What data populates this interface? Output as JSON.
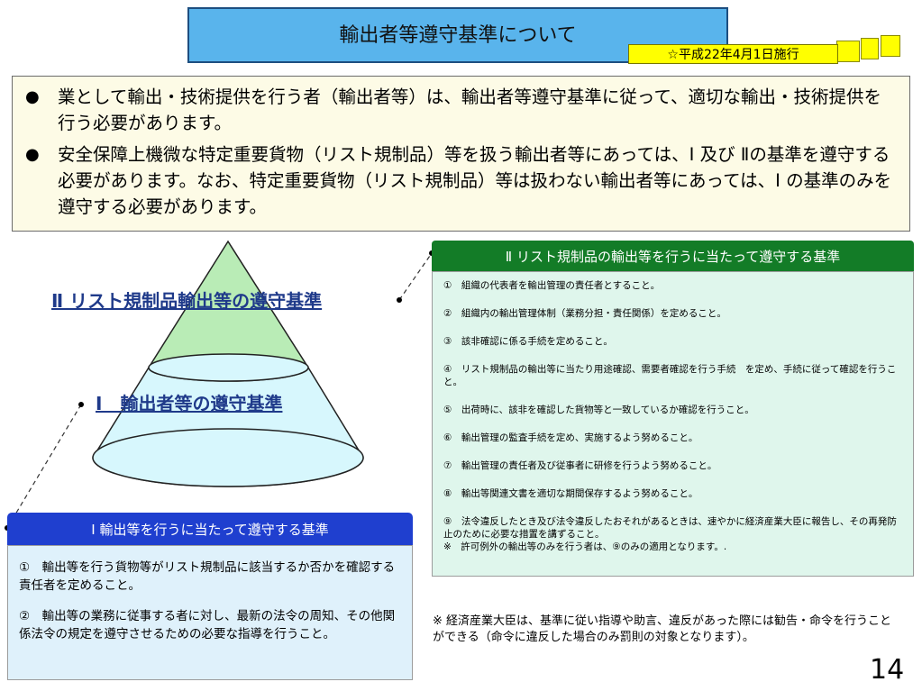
{
  "title": "輸出者等遵守基準について",
  "date_badge": "☆平成22年4月1日施行",
  "intro": {
    "bullets": [
      "業として輸出・技術提供を行う者（輸出者等）は、輸出者等遵守基準に従って、適切な輸出・技術提供を行う必要があります。",
      "安全保障上機微な特定重要貨物（リスト規制品）等を扱う輸出者等にあっては、Ⅰ 及び Ⅱの基準を遵守する必要があります。なお、特定重要貨物（リスト規制品）等は扱わない輸出者等にあっては、Ⅰ の基準のみを遵守する必要があります。"
    ],
    "bullet_symbol": "●"
  },
  "pyramid": {
    "label_ii": "Ⅱ リスト規制品輸出等の遵守基準",
    "label_i": "Ⅰ　輸出者等の遵守基準"
  },
  "panel_ii": {
    "header": "Ⅱ リスト規制品の輸出等を行うに当たって遵守する基準",
    "items": [
      "①　組織の代表者を輸出管理の責任者とすること。",
      "②　組織内の輸出管理体制（業務分担・責任関係）を定めること。",
      "③　該非確認に係る手続を定めること。",
      "④　リスト規制品の輸出等に当たり用途確認、需要者確認を行う手続　を定め、手続に従って確認を行うこと。",
      "⑤　出荷時に、該非を確認した貨物等と一致しているか確認を行うこと。",
      "⑥　輸出管理の監査手続を定め、実施するよう努めること。",
      "⑦　輸出管理の責任者及び従事者に研修を行うよう努めること。",
      "⑧　輸出等関連文書を適切な期間保存するよう努めること。",
      "⑨　法令違反したとき及び法令違反したおそれがあるときは、速やかに経済産業大臣に報告し、その再発防止のために必要な措置を講ずること。"
    ],
    "note": "※　許可例外の輸出等のみを行う者は、⑨のみの適用となります。."
  },
  "panel_i": {
    "header": "Ⅰ 輸出等を行うに当たって遵守する基準",
    "items": [
      "①　輸出等を行う貨物等がリスト規制品に該当するか否かを確認する責任者を定めること。",
      "②　輸出等の業務に従事する者に対し、最新の法令の周知、その他関係法令の規定を遵守させるための必要な指導を行うこと。"
    ]
  },
  "footnote": "※ 経済産業大臣は、基準に従い指導や助言、違反があった際には勧告・命令を行うことができる（命令に違反した場合のみ罰則の対象となります）。",
  "page_number": "14",
  "colors": {
    "title_bg": "#59b4ec",
    "badge_bg": "#ffff00",
    "intro_bg": "#fdfbe6",
    "panel_ii_header": "#137c27",
    "panel_ii_body": "#dff6ec",
    "panel_i_header": "#1f3fcf",
    "panel_i_body": "#dff1fb",
    "cone_top": "#b9ecb6",
    "cone_bottom": "#d7f7fd"
  }
}
